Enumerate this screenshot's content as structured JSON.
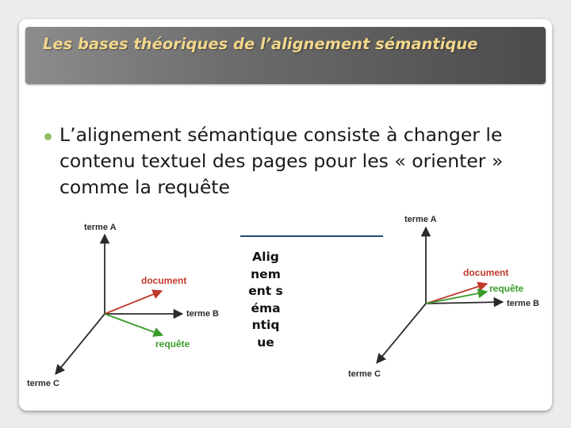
{
  "title": "Les bases théoriques de l’alignement sémantique",
  "bullet_text": "L’alignement sémantique consiste à changer le contenu textuel des pages pour les « orienter » comme la requête",
  "center_label": "Alignement sémantique",
  "left_diagram": {
    "axis_a": "terme A",
    "axis_b": "terme B",
    "axis_c": "terme C",
    "document": "document",
    "requete": "requête"
  },
  "right_diagram": {
    "axis_a": "terme A",
    "axis_b": "terme B",
    "axis_c": "terme C",
    "document": "document",
    "requete": "requête"
  },
  "colors": {
    "title_text": "#f2d78c",
    "bullet": "#8fbf6b",
    "document_vector": "#c0392b",
    "requete_vector": "#3a9c2a",
    "axis": "#2b2b2b",
    "divider": "#1f4e79"
  }
}
